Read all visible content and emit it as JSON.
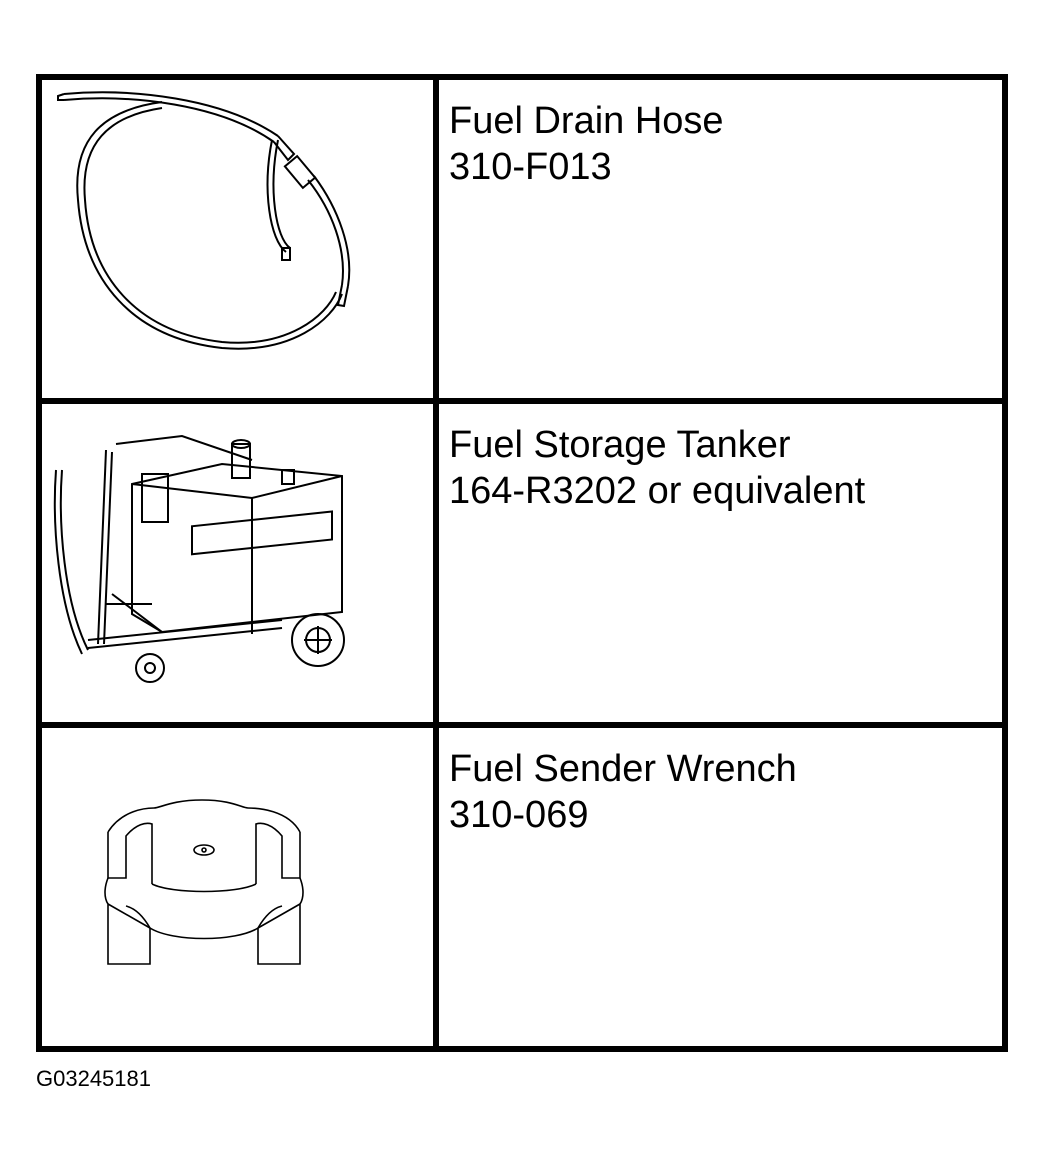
{
  "tools": [
    {
      "name": "Fuel Drain Hose",
      "part": "310-F013",
      "illustration": "fuel-drain-hose-icon"
    },
    {
      "name": "Fuel Storage Tanker",
      "part": "164-R3202 or equivalent",
      "illustration": "fuel-storage-tanker-icon"
    },
    {
      "name": "Fuel Sender Wrench",
      "part": "310-069",
      "illustration": "fuel-sender-wrench-icon"
    }
  ],
  "figure_id": "G03245181"
}
